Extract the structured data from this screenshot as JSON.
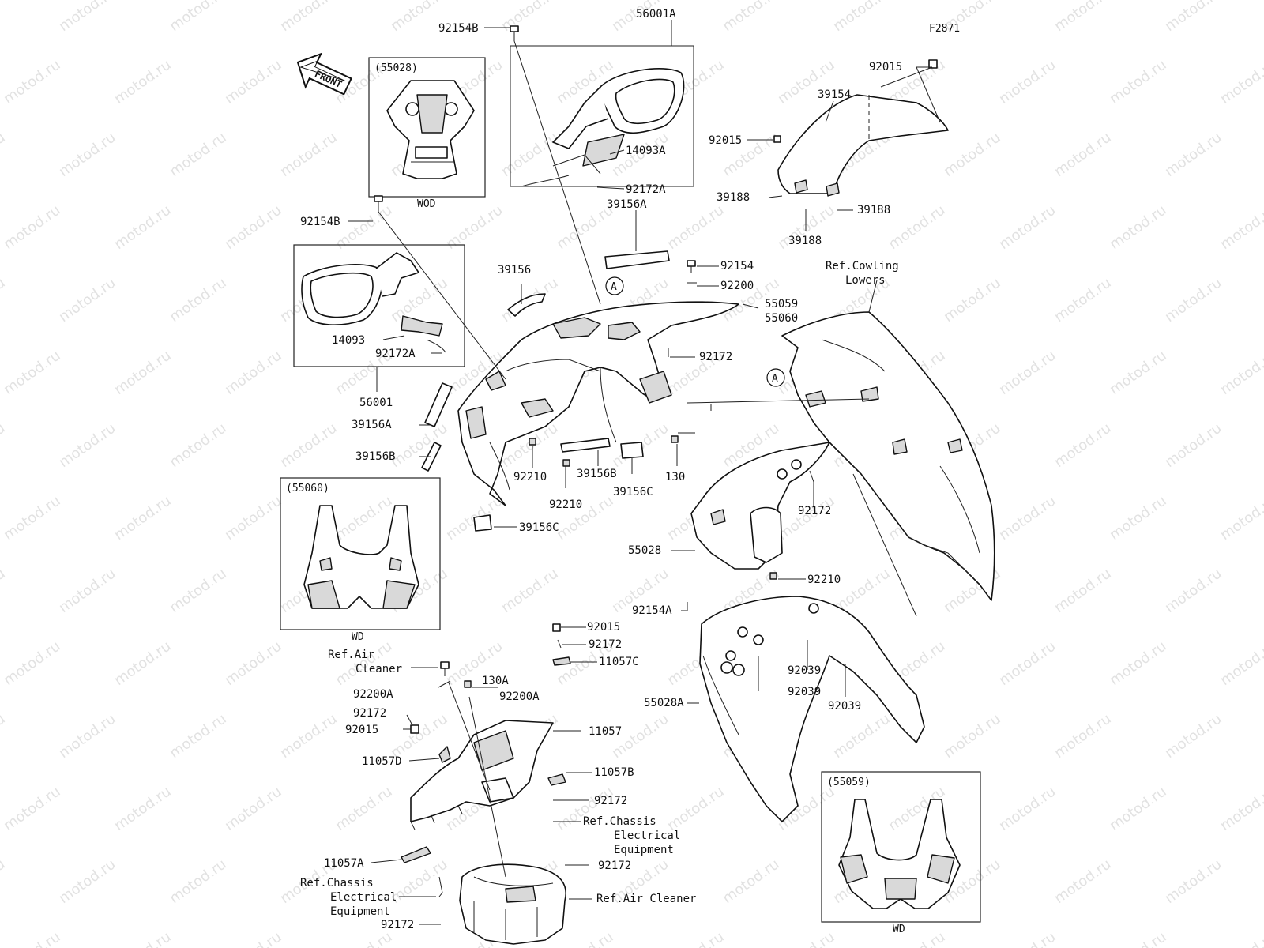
{
  "figure_code": "F2871",
  "front_arrow_text": "FRONT",
  "watermark": "motod.ru",
  "callouts": {
    "a_top": "A",
    "a_right": "A"
  },
  "inset_boxes": {
    "b55028": {
      "title": "(55028)",
      "caption": "WOD"
    },
    "b55060": {
      "title": "(55060)",
      "caption": "WD"
    },
    "b55059": {
      "title": "(55059)",
      "caption": "WD"
    }
  },
  "labels": {
    "p92154B_top": "92154B",
    "p56001A": "56001A",
    "p14093A": "14093A",
    "p92172A_top": "92172A",
    "p39156A_top": "39156A",
    "p92154B_mid": "92154B",
    "p56001": "56001",
    "p14093": "14093",
    "p92172A_left": "92172A",
    "p39156": "39156",
    "p92015_top": "92015",
    "p39154": "39154",
    "p92015_mid": "92015",
    "p39188_a": "39188",
    "p39188_b": "39188",
    "p39188_c": "39188",
    "p92154": "92154",
    "p92200": "92200",
    "ref_cowling_1": "Ref.Cowling",
    "ref_cowling_2": "Lowers",
    "p55059": "55059",
    "p55060": "55060",
    "p92172_a": "92172",
    "p39156A_left": "39156A",
    "p39156B_left": "39156B",
    "p92210_a": "92210",
    "p92210_b": "92210",
    "p39156B_mid": "39156B",
    "p39156C_mid": "39156C",
    "p130": "130",
    "p92172_b": "92172",
    "p39156C_left": "39156C",
    "p55028": "55028",
    "p92210_c": "92210",
    "p92154A": "92154A",
    "p92015_low": "92015",
    "p92172_c": "92172",
    "p11057C": "11057C",
    "ref_air_1": "Ref.Air",
    "ref_air_2": "Cleaner",
    "p130A": "130A",
    "p92200A_a": "92200A",
    "p92200A_b": "92200A",
    "p92172_d": "92172",
    "p92015_left": "92015",
    "p11057D": "11057D",
    "p11057": "11057",
    "p11057B": "11057B",
    "p92172_e": "92172",
    "ref_chassis_r1": "Ref.Chassis",
    "ref_chassis_r2": "Electrical",
    "ref_chassis_r3": "Equipment",
    "p92172_f": "92172",
    "p11057A": "11057A",
    "ref_chassis_l1": "Ref.Chassis",
    "ref_chassis_l2": "Electrical",
    "ref_chassis_l3": "Equipment",
    "ref_air_cleaner_b": "Ref.Air Cleaner",
    "p92172_g": "92172",
    "p55028A": "55028A",
    "p92039_a": "92039",
    "p92039_b": "92039",
    "p92039_c": "92039"
  }
}
